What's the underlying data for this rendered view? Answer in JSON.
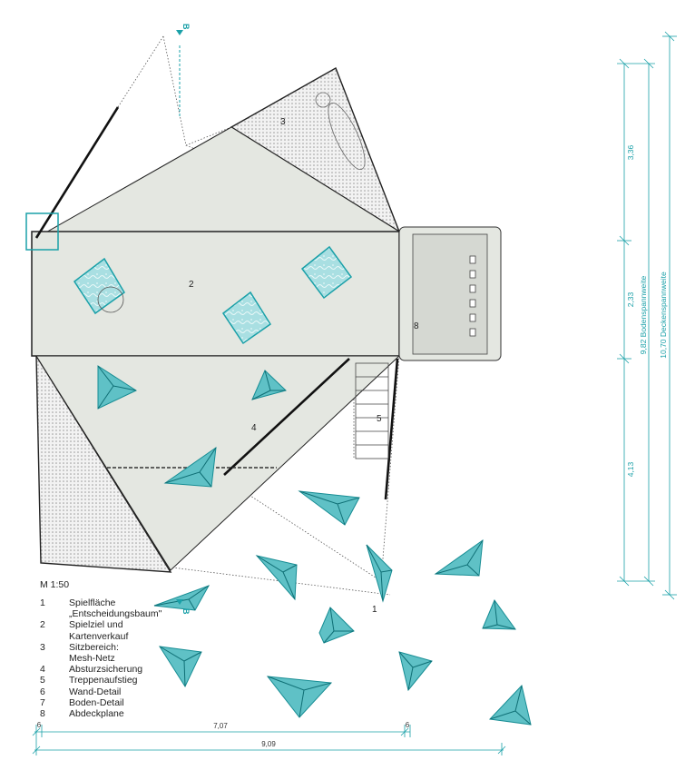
{
  "drawing": {
    "scale": "M 1:50",
    "section_marker": "B",
    "colors": {
      "accent": "#1aa0a8",
      "plate": "#e4e7e1",
      "line": "#222222",
      "mesh": "#cfcfcf"
    }
  },
  "plan_labels": {
    "area2": "2",
    "area3": "3",
    "area4": "4",
    "area5": "5",
    "area8": "8",
    "area1": "1"
  },
  "legend": [
    {
      "num": "1",
      "text": "Spielfläche\n„Entscheidungsbaum\""
    },
    {
      "num": "2",
      "text": "Spielziel und\nKartenverkauf"
    },
    {
      "num": "3",
      "text": "Sitzbereich:\nMesh-Netz"
    },
    {
      "num": "4",
      "text": "Absturzsicherung"
    },
    {
      "num": "5",
      "text": "Treppenaufstieg"
    },
    {
      "num": "6",
      "text": "Wand-Detail"
    },
    {
      "num": "7",
      "text": "Boden-Detail"
    },
    {
      "num": "8",
      "text": "Abdeckplane"
    }
  ],
  "dimensions": {
    "right_segments": [
      "3,36",
      "2,33",
      "4,13"
    ],
    "floor_span": "9,82  Bodenspannweite",
    "ceiling_span": "10,70  Deckenspannweite",
    "bottom_inner": "7,07",
    "bottom_left_small": "6",
    "bottom_right_small": "6",
    "bottom_total": "9,09"
  }
}
